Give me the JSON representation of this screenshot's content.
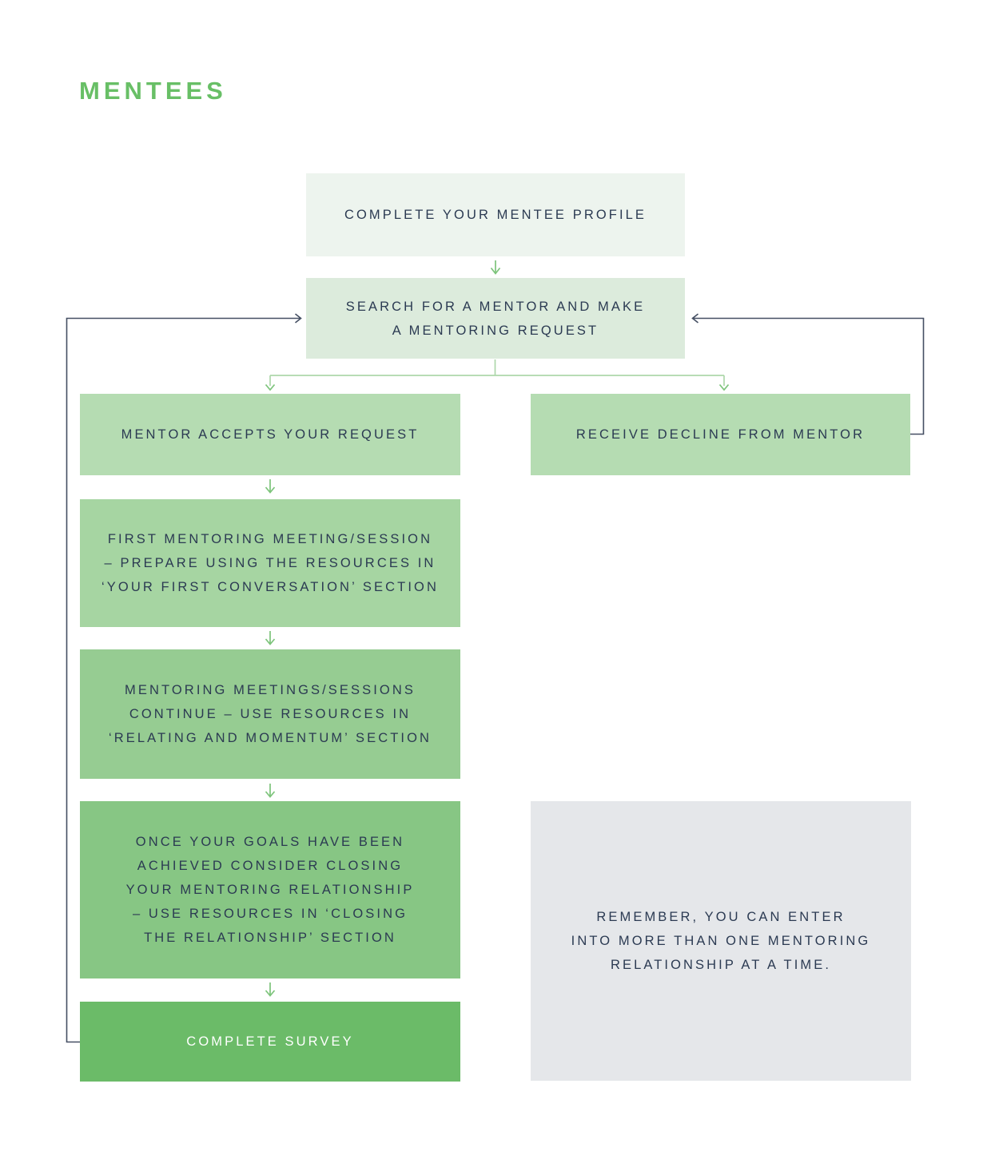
{
  "title": "MENTEES",
  "flow": {
    "nodes": [
      {
        "id": "complete-profile",
        "label": "COMPLETE YOUR MENTEE PROFILE"
      },
      {
        "id": "search-mentor",
        "label": "SEARCH FOR A MENTOR AND MAKE\nA MENTORING REQUEST"
      },
      {
        "id": "mentor-accepts",
        "label": "MENTOR ACCEPTS YOUR REQUEST"
      },
      {
        "id": "receive-decline",
        "label": "RECEIVE DECLINE FROM MENTOR"
      },
      {
        "id": "first-meeting",
        "label": "FIRST MENTORING MEETING/SESSION\n– PREPARE USING THE RESOURCES IN\n‘YOUR FIRST CONVERSATION’ SECTION"
      },
      {
        "id": "meetings-continue",
        "label": "MENTORING MEETINGS/SESSIONS\nCONTINUE – USE RESOURCES IN\n‘RELATING AND MOMENTUM’ SECTION"
      },
      {
        "id": "close-relationship",
        "label": "ONCE YOUR GOALS HAVE BEEN\nACHIEVED CONSIDER CLOSING\nYOUR MENTORING RELATIONSHIP\n– USE RESOURCES IN ‘CLOSING\nTHE RELATIONSHIP’ SECTION"
      },
      {
        "id": "complete-survey",
        "label": "COMPLETE SURVEY"
      }
    ],
    "note": {
      "label": "REMEMBER, YOU CAN ENTER\nINTO MORE THAN ONE MENTORING\nRELATIONSHIP AT A TIME."
    }
  },
  "colors": {
    "title_green": "#68bf66",
    "box_step_1": "#edf4ee",
    "box_step_2": "#dcebdc",
    "box_step_3": "#b5dcb2",
    "box_step_4": "#a6d5a2",
    "box_step_5": "#96cc92",
    "box_step_6": "#87c684",
    "box_step_7": "#6bbb68",
    "note_gray": "#e5e7ea",
    "text_navy": "#2b3a52",
    "arrow_green": "#7dc47b",
    "branch_pale_green": "#aed7ab",
    "loop_dark": "#454f63"
  }
}
